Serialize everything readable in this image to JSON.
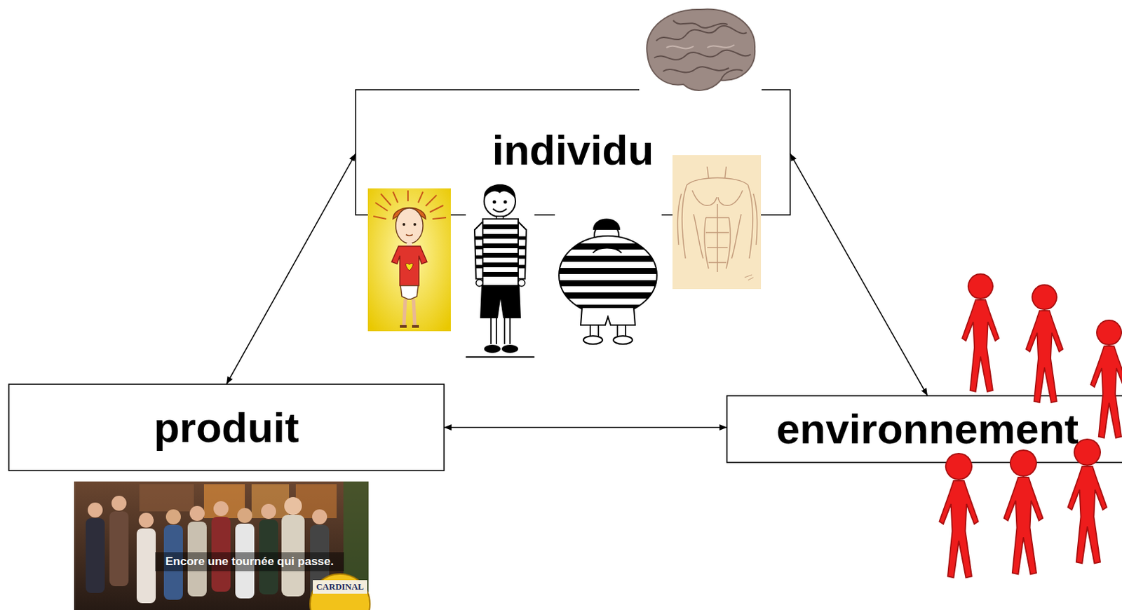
{
  "diagram": {
    "nodes": [
      {
        "text": [
          "individu"
        ]
      },
      {
        "text": [
          "produit"
        ]
      },
      {
        "text": [
          "environnement"
        ]
      }
    ],
    "edges": [
      {
        "from": 0,
        "to": 1,
        "arrow": "both"
      },
      {
        "from": 0,
        "to": 2,
        "arrow": "both"
      },
      {
        "from": 1,
        "to": 2,
        "arrow": "both"
      }
    ],
    "labels": [
      "Encore une tournée qui passe.",
      "CARDINAL"
    ]
  }
}
